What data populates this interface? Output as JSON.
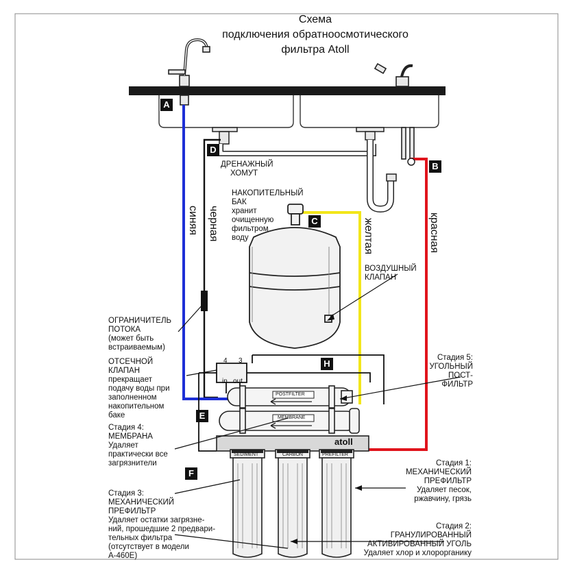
{
  "title": {
    "line1": "Схема",
    "line2": "подключения обратноосмотического",
    "line3": "фильтра Atoll"
  },
  "tags": {
    "a": "A",
    "b": "B",
    "c": "C",
    "d": "D",
    "e": "E",
    "f": "F",
    "h": "H"
  },
  "hoses": {
    "blue": "синяя",
    "black": "черная",
    "yellow": "желтая",
    "red": "красная"
  },
  "drain": {
    "line1": "ДРЕНАЖНЫЙ",
    "line2": "ХОМУТ"
  },
  "tank": {
    "line1": "НАКОПИТЕЛЬНЫЙ",
    "line2": "БАК",
    "line3": "хранит",
    "line4": "очищенную",
    "line5": "фильтром",
    "line6": "воду"
  },
  "air_valve": {
    "line1": "ВОЗДУШНЫЙ",
    "line2": "КЛАПАН"
  },
  "flow_limiter": {
    "line1": "ОГРАНИЧИТЕЛЬ",
    "line2": "ПОТОКА",
    "line3": "(может быть",
    "line4": "встраиваемым)"
  },
  "shutoff": {
    "line1": "ОТСЕЧНОЙ",
    "line2": "КЛАПАН",
    "line3": "прекращает",
    "line4": "подачу воды при",
    "line5": "заполненном",
    "line6": "накопительном",
    "line7": "баке",
    "port4": "4",
    "port3": "3",
    "in": "in",
    "out": "out"
  },
  "stage5": {
    "line1": "Стадия 5:",
    "line2": "УГОЛЬНЫЙ",
    "line3": "ПОСТ-",
    "line4": "ФИЛЬТР"
  },
  "stage4": {
    "line1": "Стадия 4:",
    "line2": "МЕМБРАНА",
    "line3": "Удаляет",
    "line4": "практически все",
    "line5": "загрязнители"
  },
  "stage1": {
    "line1": "Стадия 1:",
    "line2": "МЕХАНИЧЕСКИЙ",
    "line3": "ПРЕФИЛЬТР",
    "line4": "Удаляет песок,",
    "line5": "ржавчину, грязь"
  },
  "stage3": {
    "line1": "Стадия 3:",
    "line2": "МЕХАНИЧЕСКИЙ",
    "line3": "ПРЕФИЛЬТР",
    "line4": "Удаляет остатки загрязне-",
    "line5": "ний, прошедшие 2 предвари-",
    "line6": "тельных фильтра",
    "line7": "(отсутствует в модели",
    "line8": "А-460Е)"
  },
  "stage2": {
    "line1": "Стадия 2:",
    "line2": "ГРАНУЛИРОВАННЫЙ",
    "line3": "АКТИВИРОВАННЫЙ УГОЛЬ",
    "line4": "Удаляет хлор и хлорорганику"
  },
  "unit": {
    "postfilter": "POSTFILTER",
    "membrane": "MEMBRANE",
    "brand": "atoll",
    "sediment": "SEDIMENT",
    "carbon": "CARBON",
    "prefilter": "PREFILTER"
  },
  "colors": {
    "blue": "#1d2fd6",
    "red": "#e0141c",
    "yellow": "#f2e61a",
    "black": "#111111"
  }
}
